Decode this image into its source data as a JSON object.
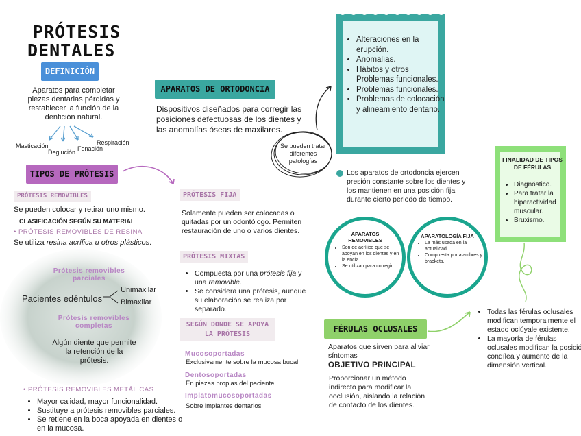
{
  "title": [
    "PRÓTESIS",
    "DENTALES"
  ],
  "definicion": {
    "label": "DEFINICIÓN",
    "text": "Aparatos para completar piezas dentarias pérdidas y restablecer la función de la dentición natural.",
    "functions": [
      "Masticación",
      "Deglución",
      "Fonación",
      "Respiración"
    ]
  },
  "tipos": {
    "label": "TIPOS DE PRÓTESIS",
    "removibles": {
      "label": "PRÓTESIS REMOVIBLES",
      "text": "Se pueden colocar y retirar uno mismo.",
      "clasificacion": "CLASIFICACIÓN SEGÚN SU MATERIAL",
      "resina_label": "PRÓTESIS REMOVIBLES DE RESINA",
      "resina_text_pre": "Se utiliza ",
      "resina_text_em": "resina acrílica u otros plásticos",
      "resina_text_post": ".",
      "parciales": "Prótesis removibles parciales",
      "edentulos": "Pacientes edéntulos",
      "unimaxilar": "Unimaxilar",
      "bimaxilar": "Bimaxilar",
      "completas": "Prótesis removibles completas",
      "completas_text": "Algún diente que permite la retención de la prótesis.",
      "metalicas_label": "PRÓTESIS REMOVIBLES METÁLICAS",
      "metalicas_items": [
        "Mayor calidad, mayor funcionalidad.",
        "Sustituye a prótesis removibles parciales.",
        "Se retiene en la boca apoyada en dientes o en la mucosa."
      ]
    },
    "fija": {
      "label": "PRÓTESIS FIJA",
      "text": "Solamente pueden ser colocadas o quitadas por un odontólogo. Permiten restauración de uno o varios dientes."
    },
    "mixtas": {
      "label": "PRÓTESIS MIXTAS",
      "item1_pre": "Compuesta por una ",
      "item1_em1": "prótesis fija",
      "item1_mid": " y una ",
      "item1_em2": "removible",
      "item1_post": ".",
      "item2": "Se considera una prótesis, aunque su elaboración se realiza por separado."
    },
    "apoyo": {
      "label": "SEGÚN DONDE SE APOYA LA PRÓTESIS",
      "items": [
        {
          "name": "Mucosoportadas",
          "desc": "Exclusivamente sobre la mucosa bucal"
        },
        {
          "name": "Dentosoportadas",
          "desc": "En piezas propias del paciente"
        },
        {
          "name": "Implatomucosoportadas",
          "desc": "Sobre implantes dentarios"
        }
      ]
    }
  },
  "ortodoncia": {
    "label": "APARATOS DE ORTODONCIA",
    "text": "Dispositivos diseñados para corregir las posiciones defectuosas de los dientes y las anomalías óseas de maxilares.",
    "scribble": "Se pueden tratar diferentes patologías",
    "stamp_items": [
      "Alteraciones en la erupción.",
      "Anomalías.",
      "Hábitos y otros Problemas funcionales.",
      "Problemas funcionales.",
      "Problemas de colocación y alineamiento dentario."
    ],
    "note": "Los aparatos de ortodoncia ejercen presión constante sobre los dientes y los mantienen en una posición fija durante cierto periodo de tiempo.",
    "removibles": {
      "title": "APARATOS REMOVIBLES",
      "items": [
        "Son de acrílico que se apoyan en los dientes y en la encía.",
        "Se utilizan para corregir."
      ]
    },
    "fija": {
      "title": "APARATOLOGÍA FIJA",
      "items": [
        "La más usada en la actualidad.",
        "Compuesta por alambres y brackets."
      ]
    }
  },
  "ferulas": {
    "label": "FÉRULAS OCLUSALES",
    "text": "Aparatos que sirven para aliviar síntomas",
    "objetivo_label": "OBJETIVO PRINCIPAL",
    "objetivo_text": "Proporcionar un método indirecto para modificar la ooclusión, aislando la relación de contacto de los dientes.",
    "notes": [
      "Todas las férulas oclusales modifican temporalmente el estado oclúyale existente.",
      "La mayoría de férulas oclusales modifican la posición condílea y aumento de la dimensión vertical."
    ],
    "finalidad": {
      "title": "FINALIDAD DE TIPOS DE FÉRULAS",
      "items": [
        "Diagnóstico.",
        "Para tratar la hiperactividad muscular.",
        "Bruxismo."
      ]
    }
  },
  "colors": {
    "blue_badge": "#4a90d9",
    "ortho_teal": "#3aa7a0",
    "tipos_purple": "#b668be",
    "ferulas_green": "#8fd16a",
    "stamp_teal": "#3aa7a0",
    "stamp_inner": "#dff5f4",
    "stamp_green": "#8ee07a",
    "stamp_green_inner": "#eafbe6",
    "circle_teal": "#1aa58e"
  }
}
